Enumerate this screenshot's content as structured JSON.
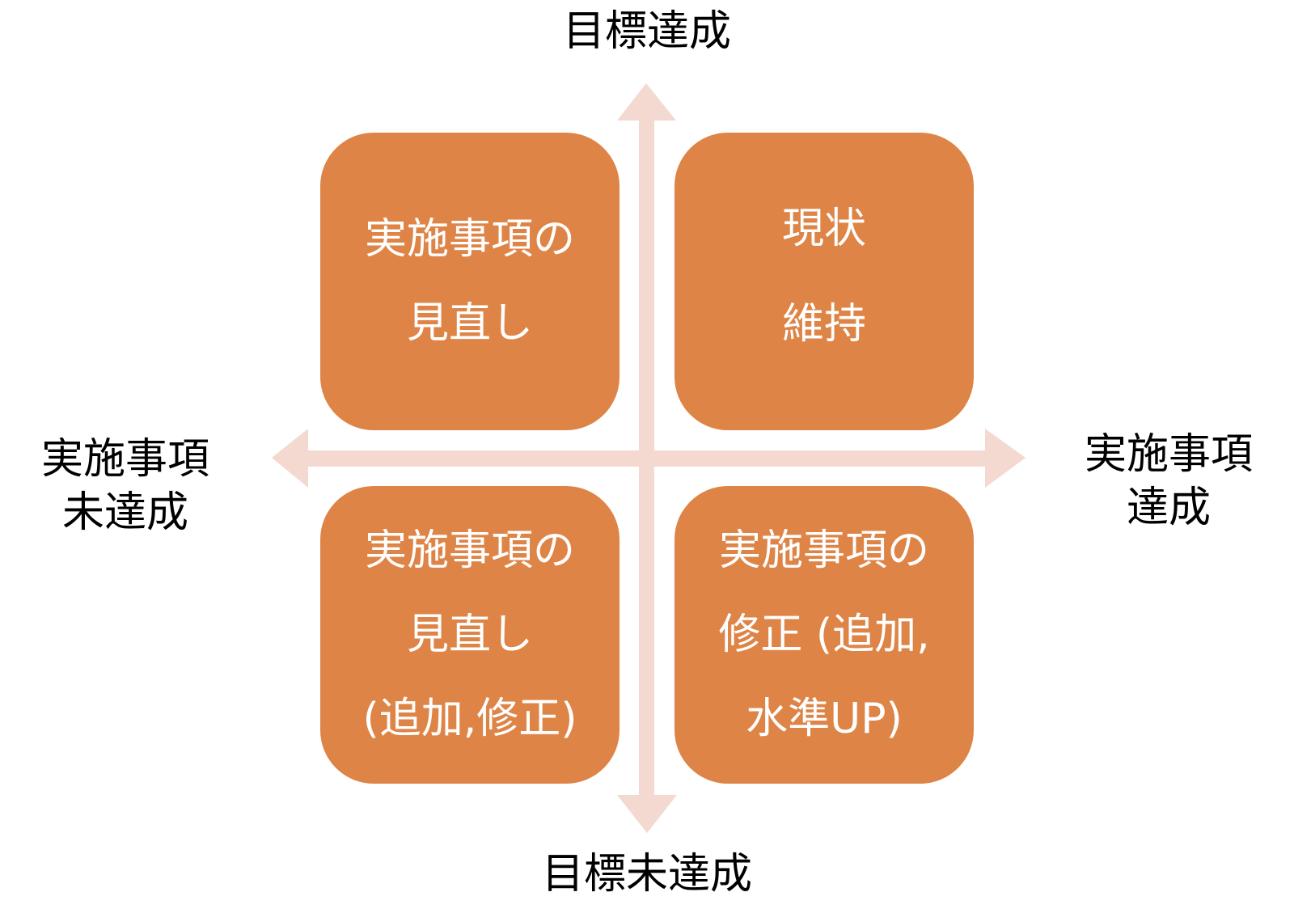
{
  "colors": {
    "box_fill": "#de8446",
    "box_text": "#ffffff",
    "arrow": "#f3d9d0",
    "label_text": "#000000"
  },
  "axes": {
    "top": [
      "目標達成"
    ],
    "bottom": [
      "目標未達成"
    ],
    "left": [
      "実施事項",
      "未達成"
    ],
    "right": [
      "実施事項",
      "達成"
    ]
  },
  "quadrants": {
    "top_left": [
      "実施事項の",
      "見直し"
    ],
    "top_right": [
      "現状",
      "維持"
    ],
    "bottom_left": [
      "実施事項の",
      "見直し",
      "(追加,修正)"
    ],
    "bottom_right": [
      "実施事項の",
      "修正 (追加,",
      "水準UP)"
    ]
  }
}
